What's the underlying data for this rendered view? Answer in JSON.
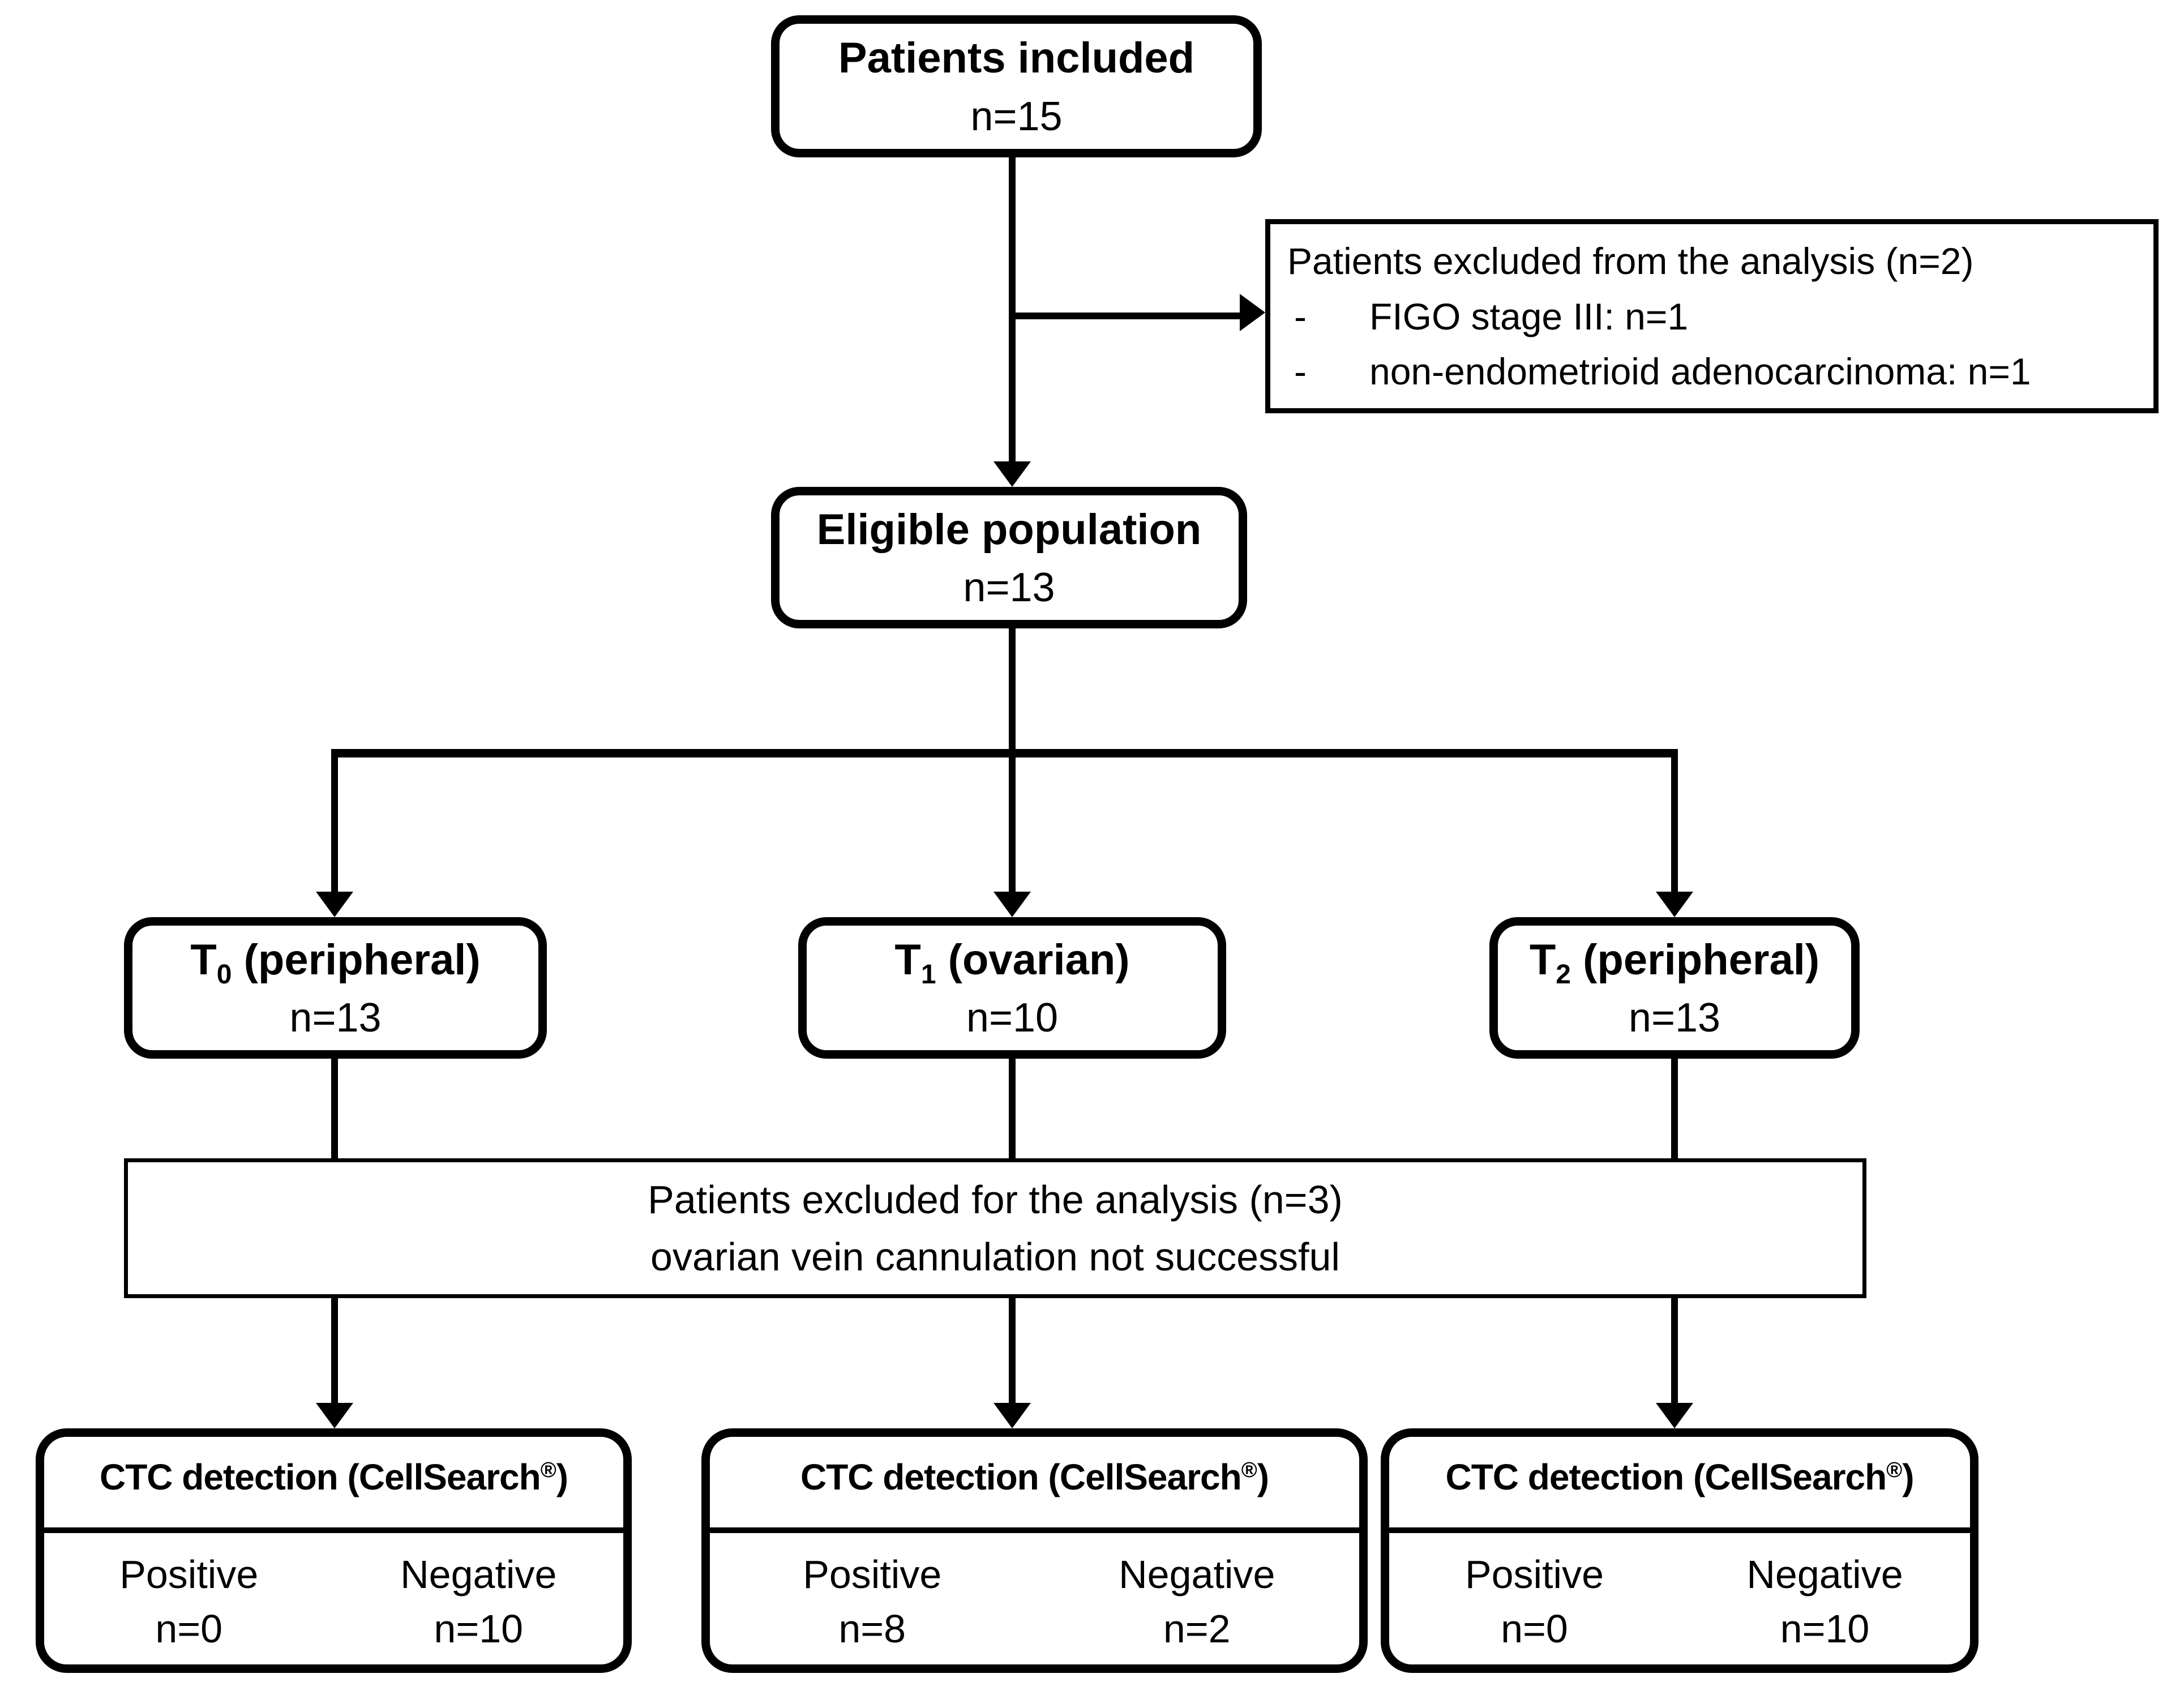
{
  "style": {
    "line_color": "#000000",
    "background_color": "#ffffff"
  },
  "diagram": {
    "included": {
      "title": "Patients included",
      "n": "n=15"
    },
    "excluded_top": {
      "heading": "Patients excluded from the analysis (n=2)",
      "bullet": "-",
      "items": [
        "FIGO stage III: n=1",
        "non-endometrioid adenocarcinoma: n=1"
      ]
    },
    "eligible": {
      "title": "Eligible population",
      "n": "n=13"
    },
    "arms": [
      {
        "base": "T",
        "subscript": "0",
        "suffix": " (peripheral)",
        "n": "n=13"
      },
      {
        "base": "T",
        "subscript": "1",
        "suffix": " (ovarian)",
        "n": "n=10"
      },
      {
        "base": "T",
        "subscript": "2",
        "suffix": " (peripheral)",
        "n": "n=13"
      }
    ],
    "excluded_mid": {
      "line1": "Patients excluded for the analysis (n=3)",
      "line2": "ovarian vein cannulation not successful"
    },
    "ctc": [
      {
        "title_main": "CTC detection (CellSearch",
        "title_sup": "®",
        "title_close": ")",
        "results": [
          {
            "label": "Positive",
            "value": "n=0"
          },
          {
            "label": "Negative",
            "value": "n=10"
          }
        ]
      },
      {
        "title_main": "CTC detection (CellSearch",
        "title_sup": "®",
        "title_close": ")",
        "results": [
          {
            "label": "Positive",
            "value": "n=8"
          },
          {
            "label": "Negative",
            "value": "n=2"
          }
        ]
      },
      {
        "title_main": "CTC detection (CellSearch",
        "title_sup": "®",
        "title_close": ")",
        "results": [
          {
            "label": "Positive",
            "value": "n=0"
          },
          {
            "label": "Negative",
            "value": "n=10"
          }
        ]
      }
    ]
  }
}
